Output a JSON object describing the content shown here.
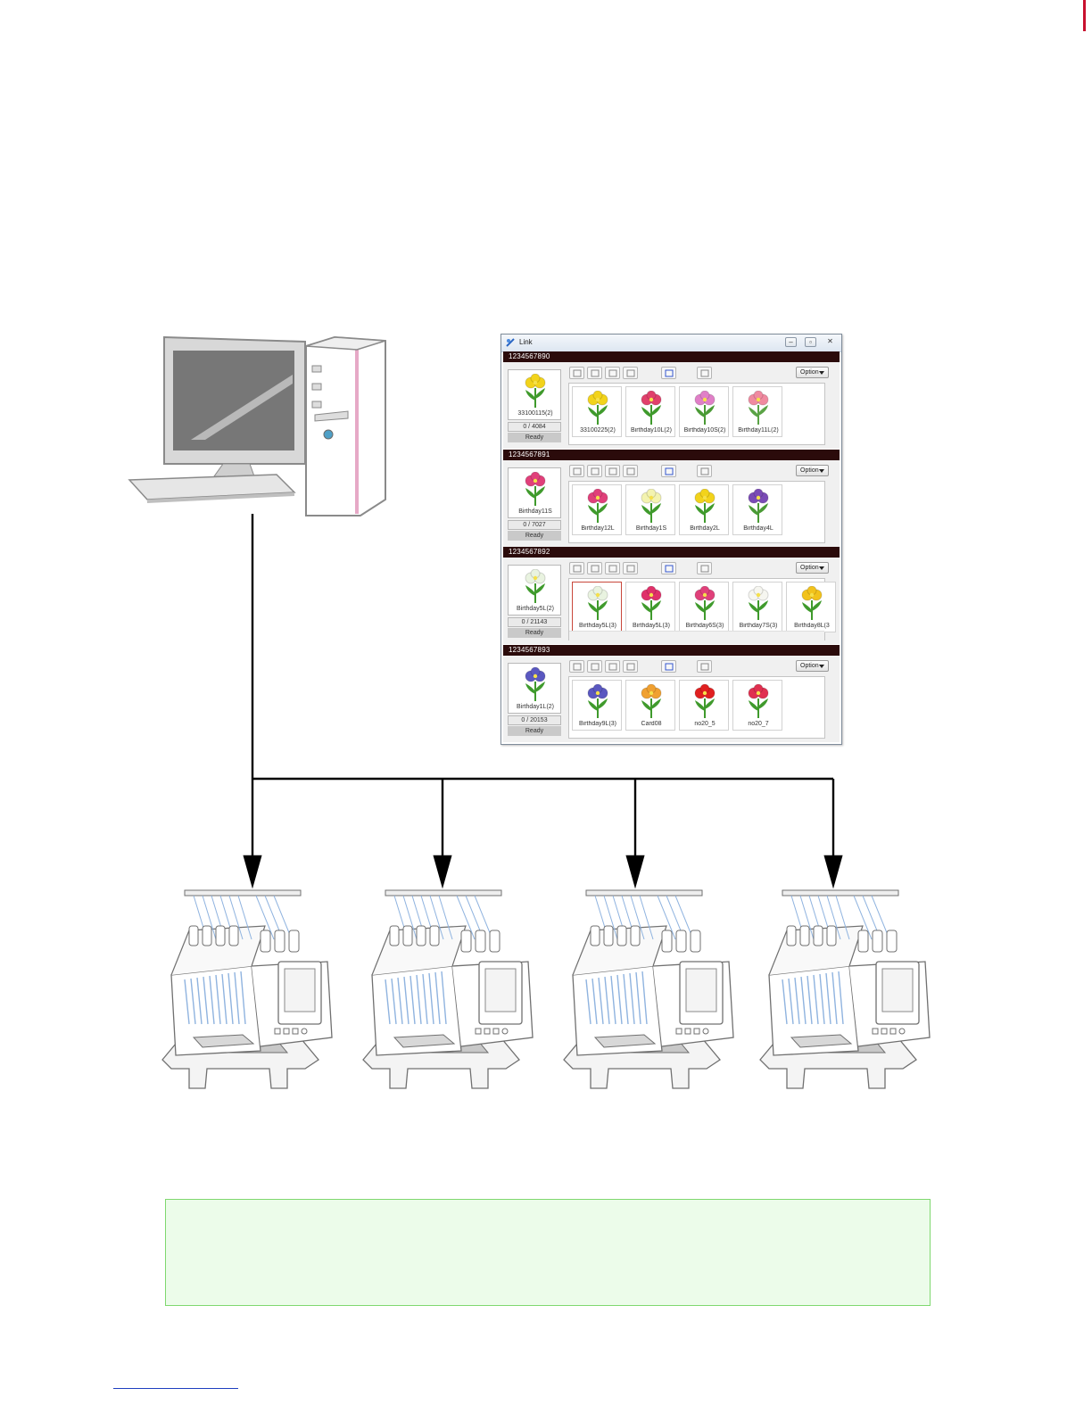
{
  "link_window": {
    "title": "Link",
    "window_controls": {
      "minimize": "–",
      "maximize": "▫",
      "close": "✕"
    },
    "option_label": "Option",
    "panels": [
      {
        "machine_id": "1234567890",
        "current_design": "33100115(2)",
        "stitch_count": "0 / 4084",
        "status": "Ready",
        "queue": [
          {
            "name": "33100225(2)",
            "colors": [
              "#f2d31b",
              "#3f9a2c"
            ]
          },
          {
            "name": "Birthday10L(2)",
            "colors": [
              "#e0406b",
              "#3f9a2c"
            ]
          },
          {
            "name": "Birthday10S(2)",
            "colors": [
              "#e07fc7",
              "#4a9a35"
            ]
          },
          {
            "name": "Birthday11L(2)",
            "colors": [
              "#f08aa0",
              "#5aa345"
            ]
          }
        ]
      },
      {
        "machine_id": "1234567891",
        "current_design": "Birthday11S",
        "stitch_count": "0 / 7027",
        "status": "Ready",
        "queue": [
          {
            "name": "Birthday12L",
            "colors": [
              "#e0407a",
              "#3f9a2c"
            ]
          },
          {
            "name": "Birthday1S",
            "colors": [
              "#f3f3b0",
              "#3f9a2c"
            ]
          },
          {
            "name": "Birthday2L",
            "colors": [
              "#f2d31b",
              "#3f9a2c"
            ]
          },
          {
            "name": "Birthday4L",
            "colors": [
              "#7a4bb5",
              "#4a9a35"
            ]
          }
        ]
      },
      {
        "machine_id": "1234567892",
        "current_design": "Birthday5L(2)",
        "stitch_count": "0 / 21143",
        "status": "Ready",
        "queue": [
          {
            "name": "Birthday5L(3)",
            "colors": [
              "#e9f3e0",
              "#3f9a2c"
            ]
          },
          {
            "name": "Birthday5L(3)",
            "colors": [
              "#e0306a",
              "#3f9a2c"
            ]
          },
          {
            "name": "Birthday6S(3)",
            "colors": [
              "#e0407a",
              "#3f9a2c"
            ]
          },
          {
            "name": "Birthday7S(3)",
            "colors": [
              "#f6f6f0",
              "#3f9a2c"
            ]
          },
          {
            "name": "Birthday8L(3",
            "colors": [
              "#f2c21b",
              "#3f9a2c"
            ]
          }
        ]
      },
      {
        "machine_id": "1234567893",
        "current_design": "Birthday1L(2)",
        "stitch_count": "0 / 20153",
        "status": "Ready",
        "queue": [
          {
            "name": "Birthday9L(3)",
            "colors": [
              "#5a58c0",
              "#3f9a2c"
            ]
          },
          {
            "name": "Card08",
            "colors": [
              "#f0a030",
              "#3f9a2c"
            ]
          },
          {
            "name": "no20_5",
            "colors": [
              "#e02020",
              "#3f9a2c"
            ]
          },
          {
            "name": "no20_7",
            "colors": [
              "#e03050",
              "#3f9a2c"
            ]
          }
        ]
      }
    ]
  },
  "colors": {
    "panel_header": "#2b0b0b",
    "note_border": "#7fd86f",
    "note_fill": "#ecfcea",
    "top_rule": "#c8102e",
    "footer_rule": "#1f3fbf"
  }
}
